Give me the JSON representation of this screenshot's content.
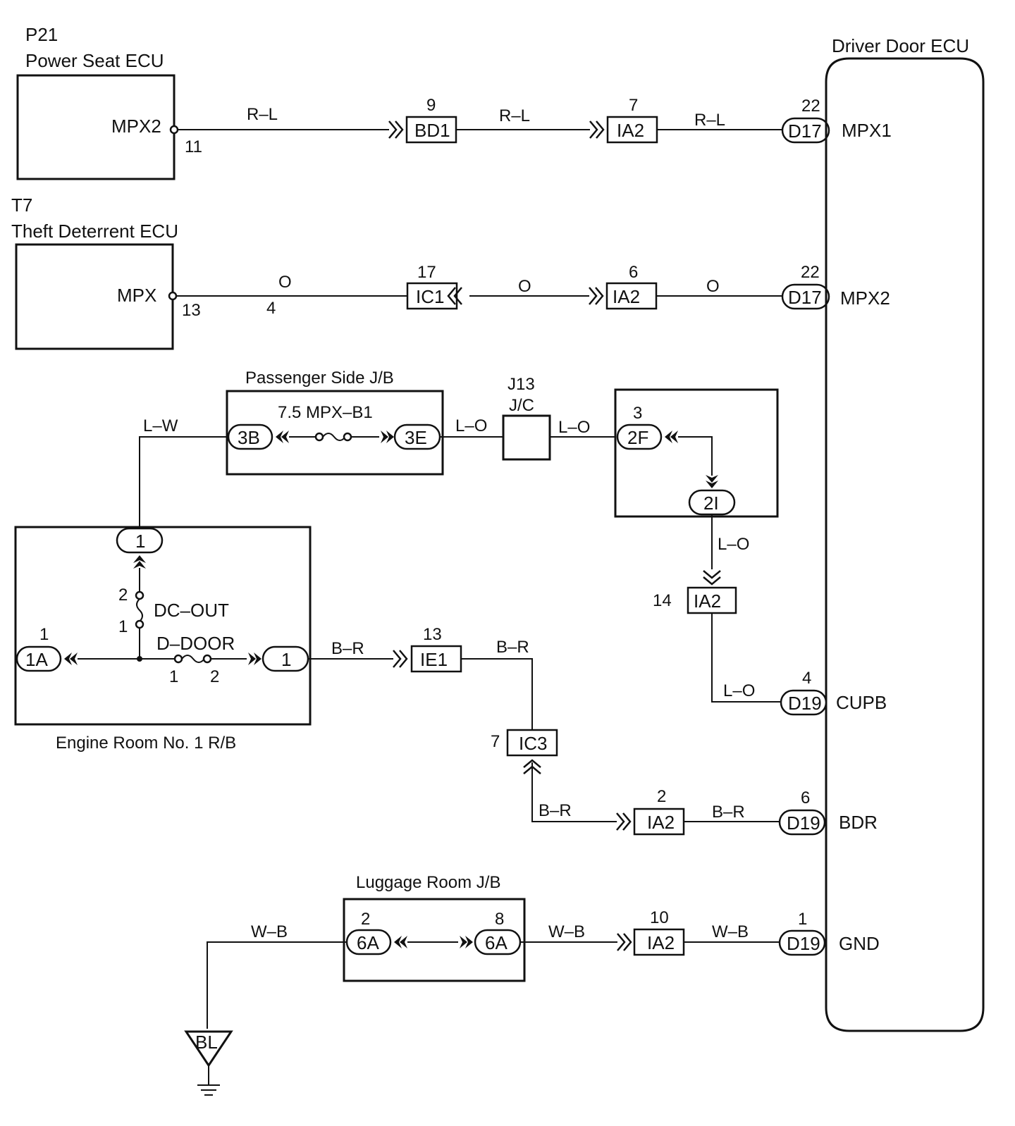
{
  "components": {
    "p21_code": "P21",
    "p21_name": "Power Seat ECU",
    "p21_pin_label": "MPX2",
    "p21_pin": "11",
    "t7_code": "T7",
    "t7_name": "Theft Deterrent ECU",
    "t7_pin_label": "MPX",
    "t7_pin": "13",
    "driver_door_ecu": "Driver Door ECU",
    "passenger_jb": "Passenger Side J/B",
    "engine_room_rb": "Engine Room No. 1 R/B",
    "luggage_jb": "Luggage Room J/B",
    "j13_code": "J13",
    "j13_type": "J/C",
    "fuse_mpx_b1": "7.5 MPX–B1",
    "fuse_dc_out": "DC–OUT",
    "fuse_d_door": "D–DOOR",
    "ground": "BL"
  },
  "ecu_pins": {
    "mpx1": "MPX1",
    "mpx2": "MPX2",
    "cupb": "CUPB",
    "bdr": "BDR",
    "gnd": "GND"
  },
  "wires": {
    "rl": "R–L",
    "o": "O",
    "lw": "L–W",
    "lo": "L–O",
    "br": "B–R",
    "wb": "W–B"
  },
  "connectors": {
    "bd1": "BD1",
    "ia2": "IA2",
    "d17": "D17",
    "ic1": "IC1",
    "d19": "D19",
    "ie1": "IE1",
    "ic3": "IC3",
    "c3b": "3B",
    "c3e": "3E",
    "c2f": "2F",
    "c2i": "2I",
    "c1a": "1A",
    "c1": "1",
    "c6a": "6A"
  },
  "pin_numbers": {
    "bd1": "9",
    "ia2_top": "7",
    "d17_top": "22",
    "ic1": "17",
    "ic1_side": "4",
    "ia2_mpx": "6",
    "d17_mpx": "22",
    "jb2_3": "3",
    "ia2_14": "14",
    "d19_cupb": "4",
    "dc_out_2": "2",
    "dc_out_1": "1",
    "r1a_1": "1",
    "ddoor_1": "1",
    "ddoor_2": "2",
    "ie1": "13",
    "ic3": "7",
    "ia2_bdr": "2",
    "d19_bdr": "6",
    "lug_2": "2",
    "lug_8": "8",
    "ia2_gnd": "10",
    "d19_gnd": "1"
  }
}
